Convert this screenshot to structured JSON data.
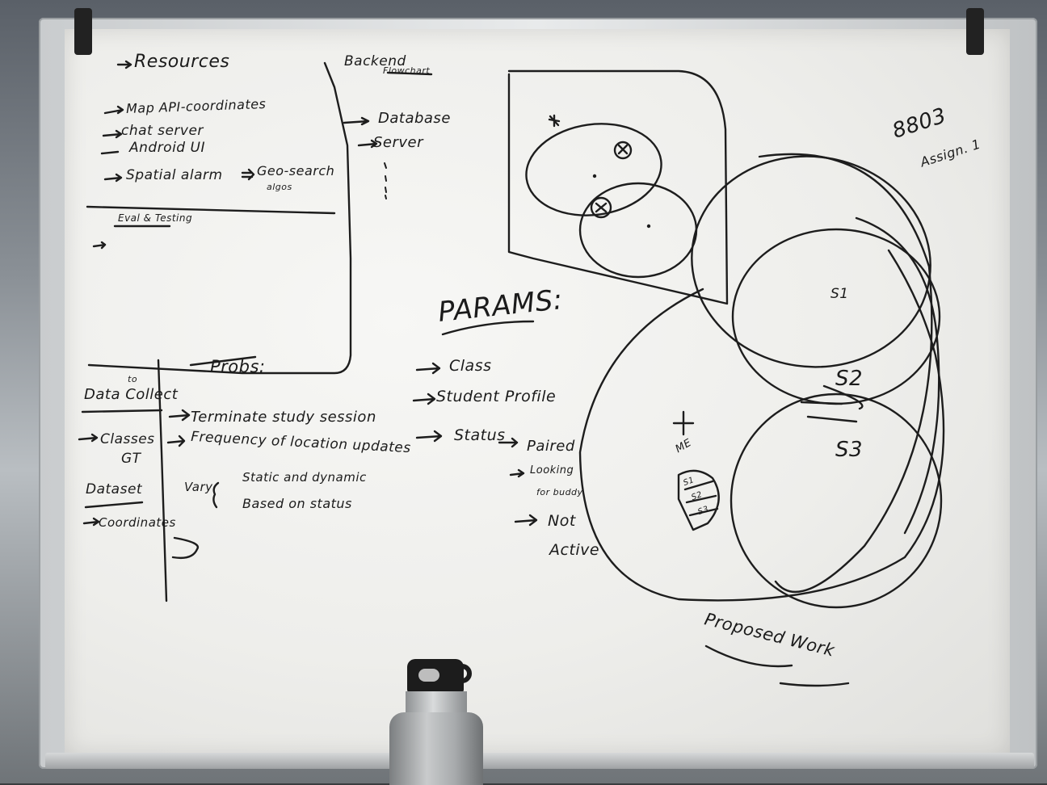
{
  "resources": {
    "heading": "Resources",
    "items": [
      "Map API-coordinates",
      "chat server",
      "Android UI",
      "Spatial alarm",
      "Geo-search",
      "algos"
    ],
    "eval": "Eval & Testing"
  },
  "backend": {
    "title_line1": "Backend",
    "title_line2": "Flowchart",
    "items": [
      "Database",
      "Server"
    ]
  },
  "course": {
    "line1": "8803",
    "line2": "Assign. 1"
  },
  "data_section": {
    "heading": "Data Collect",
    "heading_sup": "to",
    "items": [
      "Classes",
      "GT"
    ],
    "dataset": "Dataset",
    "dataset_item": "Coordinates"
  },
  "probs": {
    "heading": "Probs:",
    "items": [
      "Terminate study session",
      "Frequency of location updates"
    ],
    "vary": "Vary",
    "vary_items": [
      "Static and dynamic",
      "Based on status"
    ]
  },
  "params": {
    "heading": "PARAMS:",
    "items": [
      "Class",
      "Student Profile",
      "Status",
      "Paired"
    ],
    "status_items": [
      "Looking",
      "for buddy",
      "Not",
      "Active"
    ]
  },
  "diagram": {
    "labels": [
      "S1",
      "S2",
      "S3"
    ],
    "me_label": "ME",
    "me_list": [
      "S1",
      "S2",
      "S3"
    ],
    "proposed": "Proposed Work"
  }
}
